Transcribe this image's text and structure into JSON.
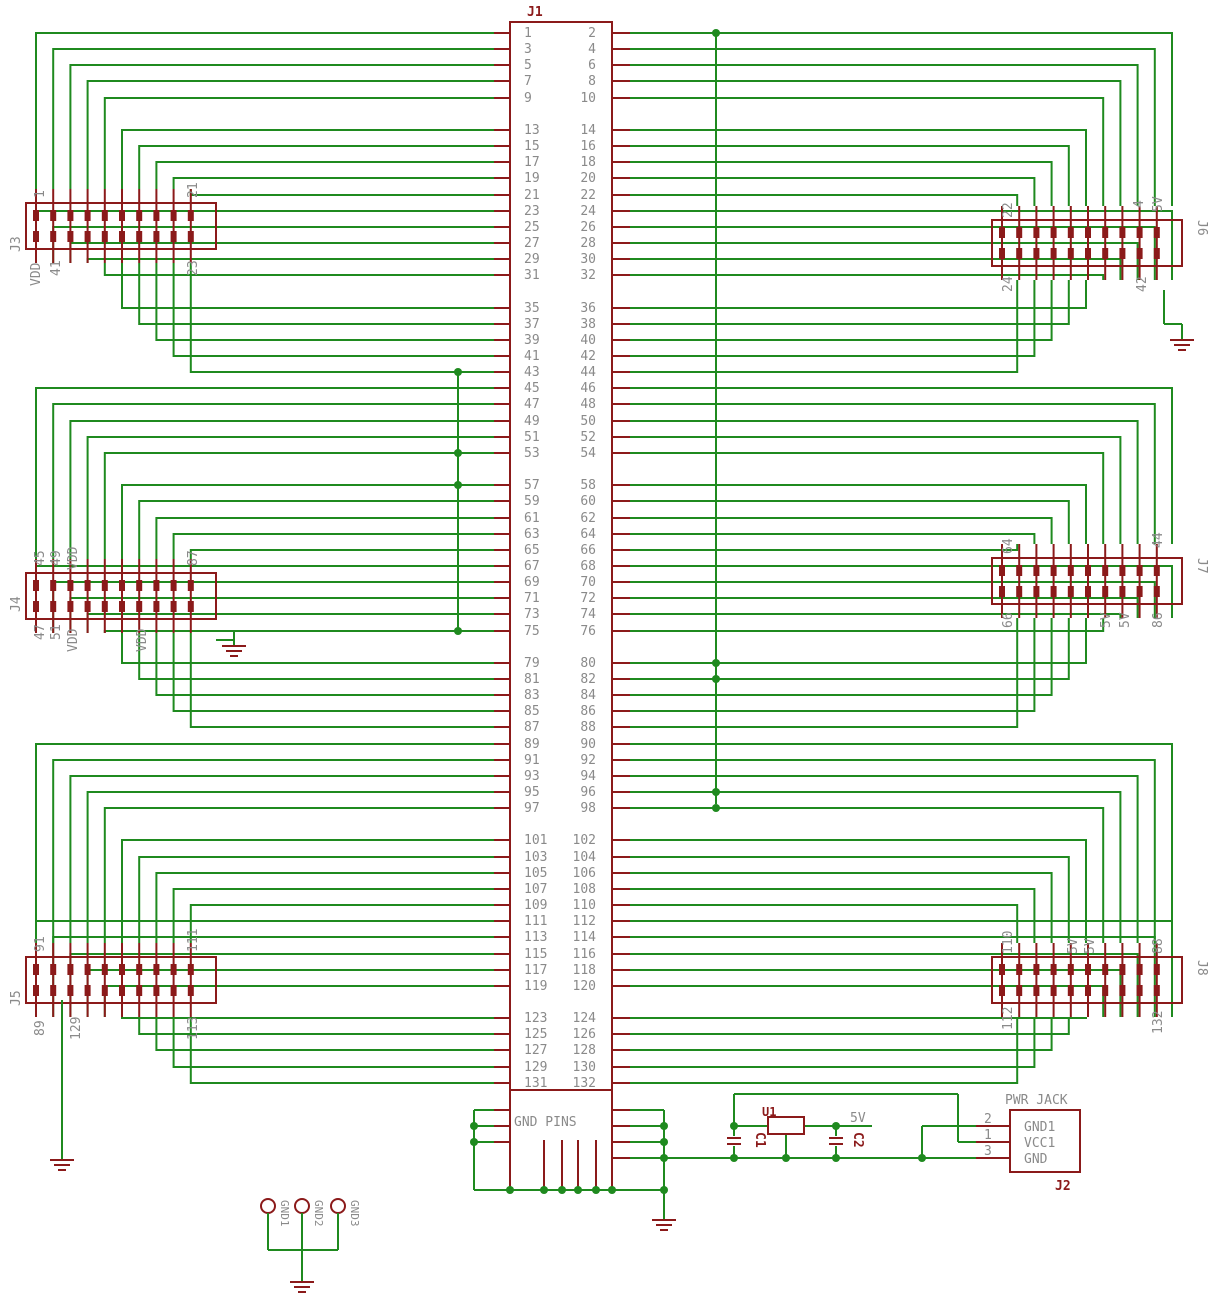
{
  "schematic": {
    "j1": {
      "ref": "J1",
      "left_pins": [
        "1",
        "3",
        "5",
        "7",
        "9",
        "",
        "13",
        "15",
        "17",
        "19",
        "21",
        "23",
        "25",
        "27",
        "29",
        "31",
        "",
        "35",
        "37",
        "39",
        "41",
        "43",
        "45",
        "47",
        "49",
        "51",
        "53",
        "",
        "57",
        "59",
        "61",
        "63",
        "65",
        "67",
        "69",
        "71",
        "73",
        "75",
        "",
        "79",
        "81",
        "83",
        "85",
        "87",
        "89",
        "91",
        "93",
        "95",
        "97",
        "",
        "101",
        "103",
        "105",
        "107",
        "109",
        "111",
        "113",
        "115",
        "117",
        "119",
        "",
        "123",
        "125",
        "127",
        "129",
        "131"
      ],
      "right_pins": [
        "2",
        "4",
        "6",
        "8",
        "10",
        "",
        "14",
        "16",
        "18",
        "20",
        "22",
        "24",
        "26",
        "28",
        "30",
        "32",
        "",
        "36",
        "38",
        "40",
        "42",
        "44",
        "46",
        "48",
        "50",
        "52",
        "54",
        "",
        "58",
        "60",
        "62",
        "64",
        "66",
        "68",
        "70",
        "72",
        "74",
        "76",
        "",
        "80",
        "82",
        "84",
        "86",
        "88",
        "90",
        "92",
        "94",
        "96",
        "98",
        "",
        "102",
        "104",
        "106",
        "108",
        "110",
        "112",
        "114",
        "116",
        "118",
        "120",
        "",
        "124",
        "126",
        "128",
        "130",
        "132"
      ],
      "gnd_label": "GND PINS"
    },
    "headers": {
      "j3": {
        "ref": "J3",
        "top_labels": [
          "1",
          "21"
        ],
        "top_right": "23",
        "bottom_labels": [
          "VDD",
          "41"
        ]
      },
      "j4": {
        "ref": "J4",
        "top_labels": [
          "45",
          "49",
          "VDD",
          "87"
        ],
        "bottom_labels": [
          "47",
          "51",
          "VDD",
          "VDD"
        ]
      },
      "j5": {
        "ref": "J5",
        "top_labels": [
          "91",
          "111"
        ],
        "bottom_labels": [
          "89",
          "129",
          "113"
        ]
      },
      "j6": {
        "ref": "J6",
        "top_labels": [
          "22",
          "4",
          "5V"
        ],
        "bottom_labels": [
          "24",
          "42"
        ]
      },
      "j7": {
        "ref": "J7",
        "top_labels": [
          "64",
          "44"
        ],
        "bottom_labels": [
          "66",
          "5V",
          "5V",
          "86"
        ]
      },
      "j8": {
        "ref": "J8",
        "top_labels": [
          "110",
          "5V",
          "5V",
          "88"
        ],
        "bottom_labels": [
          "112",
          "132"
        ]
      }
    },
    "power": {
      "u1": "U1",
      "c1": "C1",
      "c2": "C2",
      "five_v": "5V",
      "jack_title": "PWR JACK",
      "jack_ref": "J2",
      "jack_pins": [
        {
          "num": "2",
          "name": "GND1"
        },
        {
          "num": "1",
          "name": "VCC1"
        },
        {
          "num": "3",
          "name": "GND"
        }
      ],
      "mounting": [
        "GND1",
        "GND2",
        "GND3"
      ]
    },
    "colors": {
      "wire": "#1f8a1f",
      "part": "#8b1a1a",
      "label": "#8a8a8a"
    }
  }
}
